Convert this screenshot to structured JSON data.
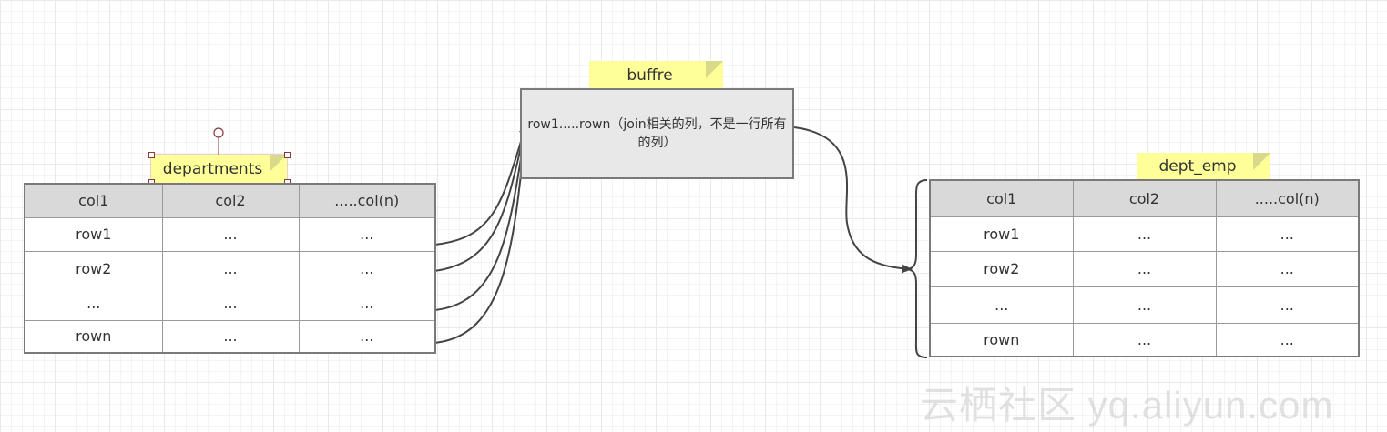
{
  "left_table": {
    "title": "departments",
    "headers": [
      "col1",
      "col2",
      ".....col(n)"
    ],
    "rows": [
      [
        "row1",
        "...",
        "..."
      ],
      [
        "row2",
        "...",
        "..."
      ],
      [
        "...",
        "...",
        "..."
      ],
      [
        "rown",
        "...",
        "..."
      ]
    ]
  },
  "buffer": {
    "title": "buffre",
    "text": "row1.....rown（join相关的列，不是一行所有的列）"
  },
  "right_table": {
    "title": "dept_emp",
    "headers": [
      "col1",
      "col2",
      ".....col(n)"
    ],
    "rows": [
      [
        "row1",
        "...",
        "..."
      ],
      [
        "row2",
        "...",
        "..."
      ],
      [
        "...",
        "...",
        "..."
      ],
      [
        "rown",
        "...",
        "..."
      ]
    ]
  },
  "watermark": "云栖社区 yq.aliyun.com",
  "colors": {
    "note_fill": "#ffff99",
    "header_fill": "#d9d9d9",
    "box_fill": "#e8e8e8",
    "connector": "#444444"
  }
}
